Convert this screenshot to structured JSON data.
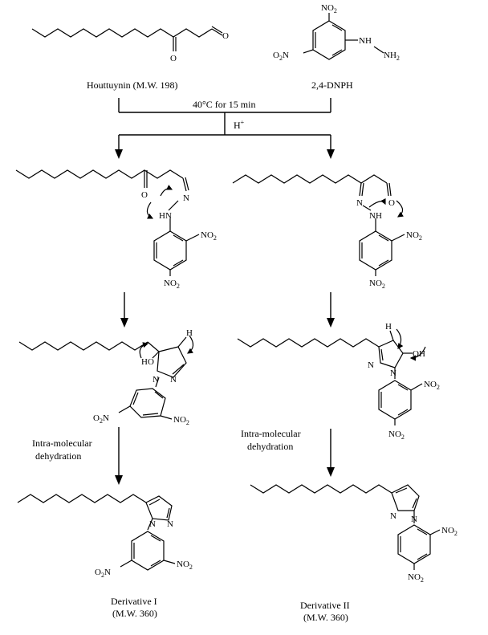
{
  "reactants": {
    "houttuynin": "Houttuynin  (M.W. 198)",
    "dnph": "2,4-DNPH"
  },
  "conditions": {
    "temperature_time": "40°C for 15 min",
    "catalyst": "H",
    "catalyst_sup": "+"
  },
  "steps": {
    "dehydration_line1": "Intra-molecular",
    "dehydration_line2": "dehydration"
  },
  "products": {
    "derivative_1_name": "Derivative I",
    "derivative_1_mw": "(M.W. 360)",
    "derivative_2_name": "Derivative II",
    "derivative_2_mw": "(M.W. 360)"
  },
  "atoms": {
    "O": "O",
    "N": "N",
    "HN": "HN",
    "NH": "NH",
    "HO": "HO",
    "OH": "OH",
    "H": "H",
    "NH2_main": "NH",
    "NH2_sub": "2",
    "NO": "NO",
    "no2_sub": "2",
    "O2N_lead": "O",
    "O2N_sub": "2",
    "O2N_tail": "N"
  }
}
